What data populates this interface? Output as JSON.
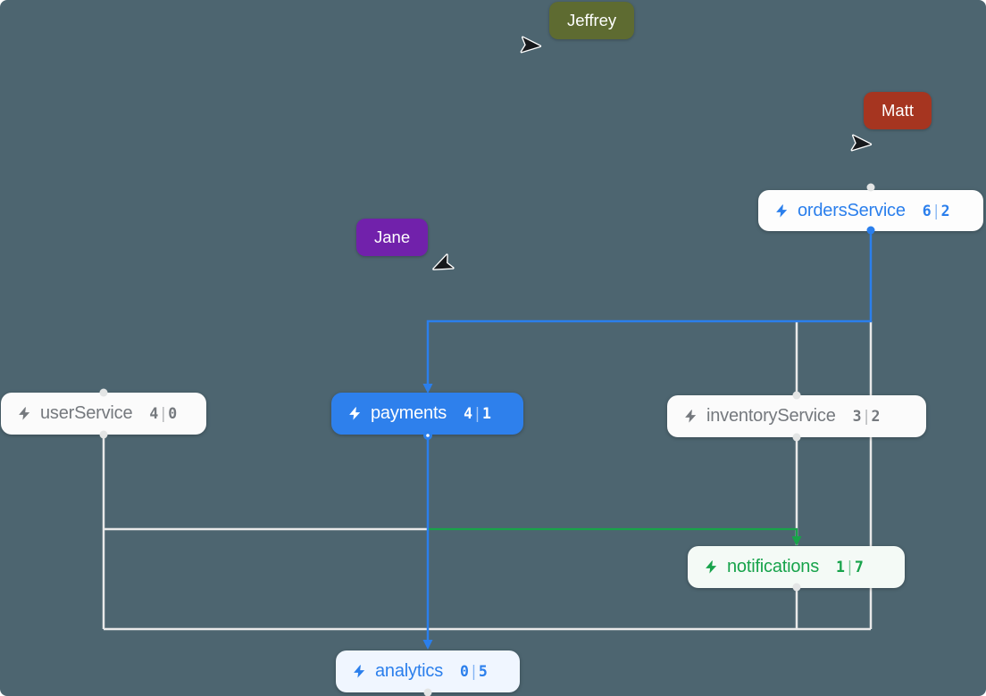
{
  "app": {
    "type": "collaborative service-graph canvas",
    "background_color": "#4d6570"
  },
  "collaborators": [
    {
      "name": "Jeffrey",
      "badge_color": "#5e6b31"
    },
    {
      "name": "Matt",
      "badge_color": "#a63520"
    },
    {
      "name": "Jane",
      "badge_color": "#7121ab"
    }
  ],
  "nodes": [
    {
      "id": "userService",
      "label": "userService",
      "count_left": "4",
      "separator": "|",
      "count_right": "0",
      "text_color": "#75797e",
      "bg_color": "#fbfbfb",
      "state": "default"
    },
    {
      "id": "payments",
      "label": "payments",
      "count_left": "4",
      "separator": "|",
      "count_right": "1",
      "text_color": "#ffffff",
      "bg_color": "#2e80ec",
      "state": "selected"
    },
    {
      "id": "inventoryService",
      "label": "inventoryService",
      "count_left": "3",
      "separator": "|",
      "count_right": "2",
      "text_color": "#75797e",
      "bg_color": "#fbfbfb",
      "state": "default"
    },
    {
      "id": "ordersService",
      "label": "ordersService",
      "count_left": "6",
      "separator": "|",
      "count_right": "2",
      "text_color": "#2b7fec",
      "bg_color": "#fdfdfd",
      "state": "highlighted"
    },
    {
      "id": "notifications",
      "label": "notifications",
      "count_left": "1",
      "separator": "|",
      "count_right": "7",
      "text_color": "#17a34b",
      "bg_color": "#f4faf6",
      "state": "highlighted"
    },
    {
      "id": "analytics",
      "label": "analytics",
      "count_left": "0",
      "separator": "|",
      "count_right": "5",
      "text_color": "#2b7fec",
      "bg_color": "#f0f6ff",
      "state": "highlighted"
    }
  ],
  "edges": [
    {
      "from": "ordersService",
      "to": "payments",
      "color": "#2b7fec",
      "arrow": true
    },
    {
      "from": "payments",
      "to": "analytics",
      "color": "#2b7fec",
      "arrow": true
    },
    {
      "from": "payments",
      "to": "notifications",
      "color": "#18a349",
      "arrow": true
    },
    {
      "between": [
        "ordersService",
        "inventoryService"
      ],
      "color": "#e9e9e9",
      "arrow": false
    },
    {
      "between": [
        "inventoryService",
        "notifications"
      ],
      "color": "#e9e9e9",
      "arrow": false
    },
    {
      "between": [
        "userService",
        "notifications"
      ],
      "color": "#e9e9e9",
      "arrow": false
    },
    {
      "between": [
        "userService",
        "ordersService"
      ],
      "color": "#e9e9e9",
      "arrow": false
    }
  ],
  "edge_colors": {
    "active": "#2b7fec",
    "event": "#18a349",
    "inactive": "#e9e9e9"
  },
  "handle_color": "#e3e5e5"
}
